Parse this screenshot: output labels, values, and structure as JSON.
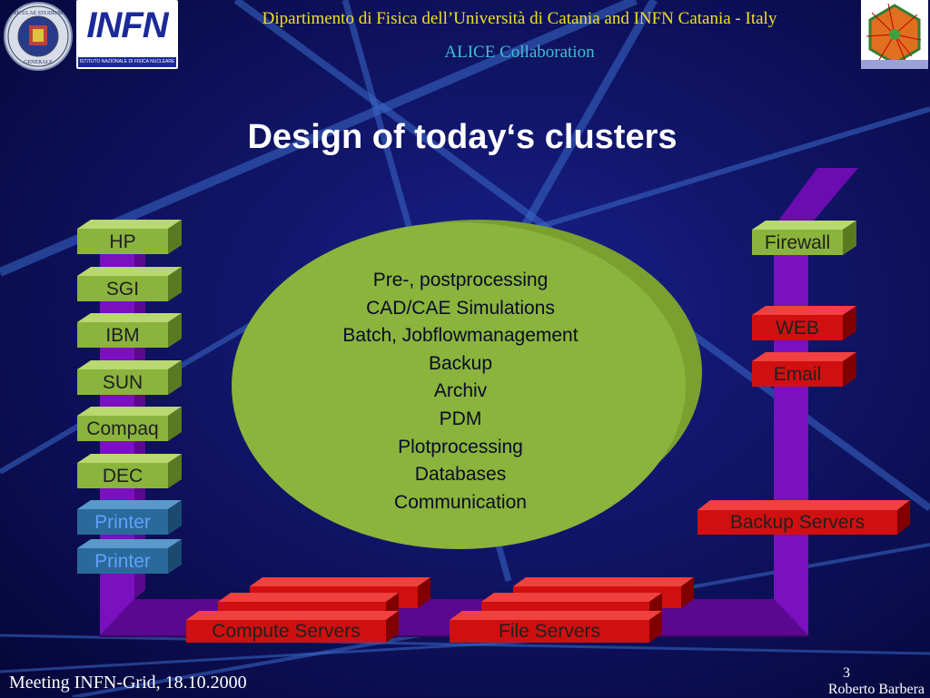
{
  "header": {
    "line1": "Dipartimento di Fisica dell’Università di Catania and INFN Catania - Italy",
    "line2": "ALICE Collaboration"
  },
  "logos": {
    "infn_text": "INFN",
    "infn_subtitle": "ISTITUTO NAZIONALE DI FISICA NUCLEARE",
    "seal_text": "SICULAE STUDIUM GENERALE"
  },
  "title": "Design of today‘s clusters",
  "left_systems": [
    "HP",
    "SGI",
    "IBM",
    "SUN",
    "Compaq",
    "DEC"
  ],
  "printers": [
    "Printer",
    "Printer"
  ],
  "right_services": {
    "firewall": "Firewall",
    "web": "WEB",
    "email": "Email",
    "backup": "Backup Servers"
  },
  "bottom_servers": {
    "compute": "Compute Servers",
    "file": "File Servers"
  },
  "ellipse_items": [
    "Pre-, postprocessing",
    "CAD/CAE Simulations",
    "Batch, Jobflowmanagement",
    "Backup",
    "Archiv",
    "PDM",
    "Plotprocessing",
    "Databases",
    "Communication"
  ],
  "footer": {
    "meeting": "Meeting INFN-Grid, 18.10.2000",
    "page_number": "3",
    "author": "Roberto Barbera"
  },
  "colors": {
    "background": "#0a0a4a",
    "header_text": "#f0e020",
    "subheader_text": "#40c0d0",
    "box_green": "#8ab43c",
    "box_blue": "#2a6a9a",
    "box_red": "#d01010",
    "ellipse": "#8ab43c",
    "frame_purple": "#7a10c0"
  }
}
